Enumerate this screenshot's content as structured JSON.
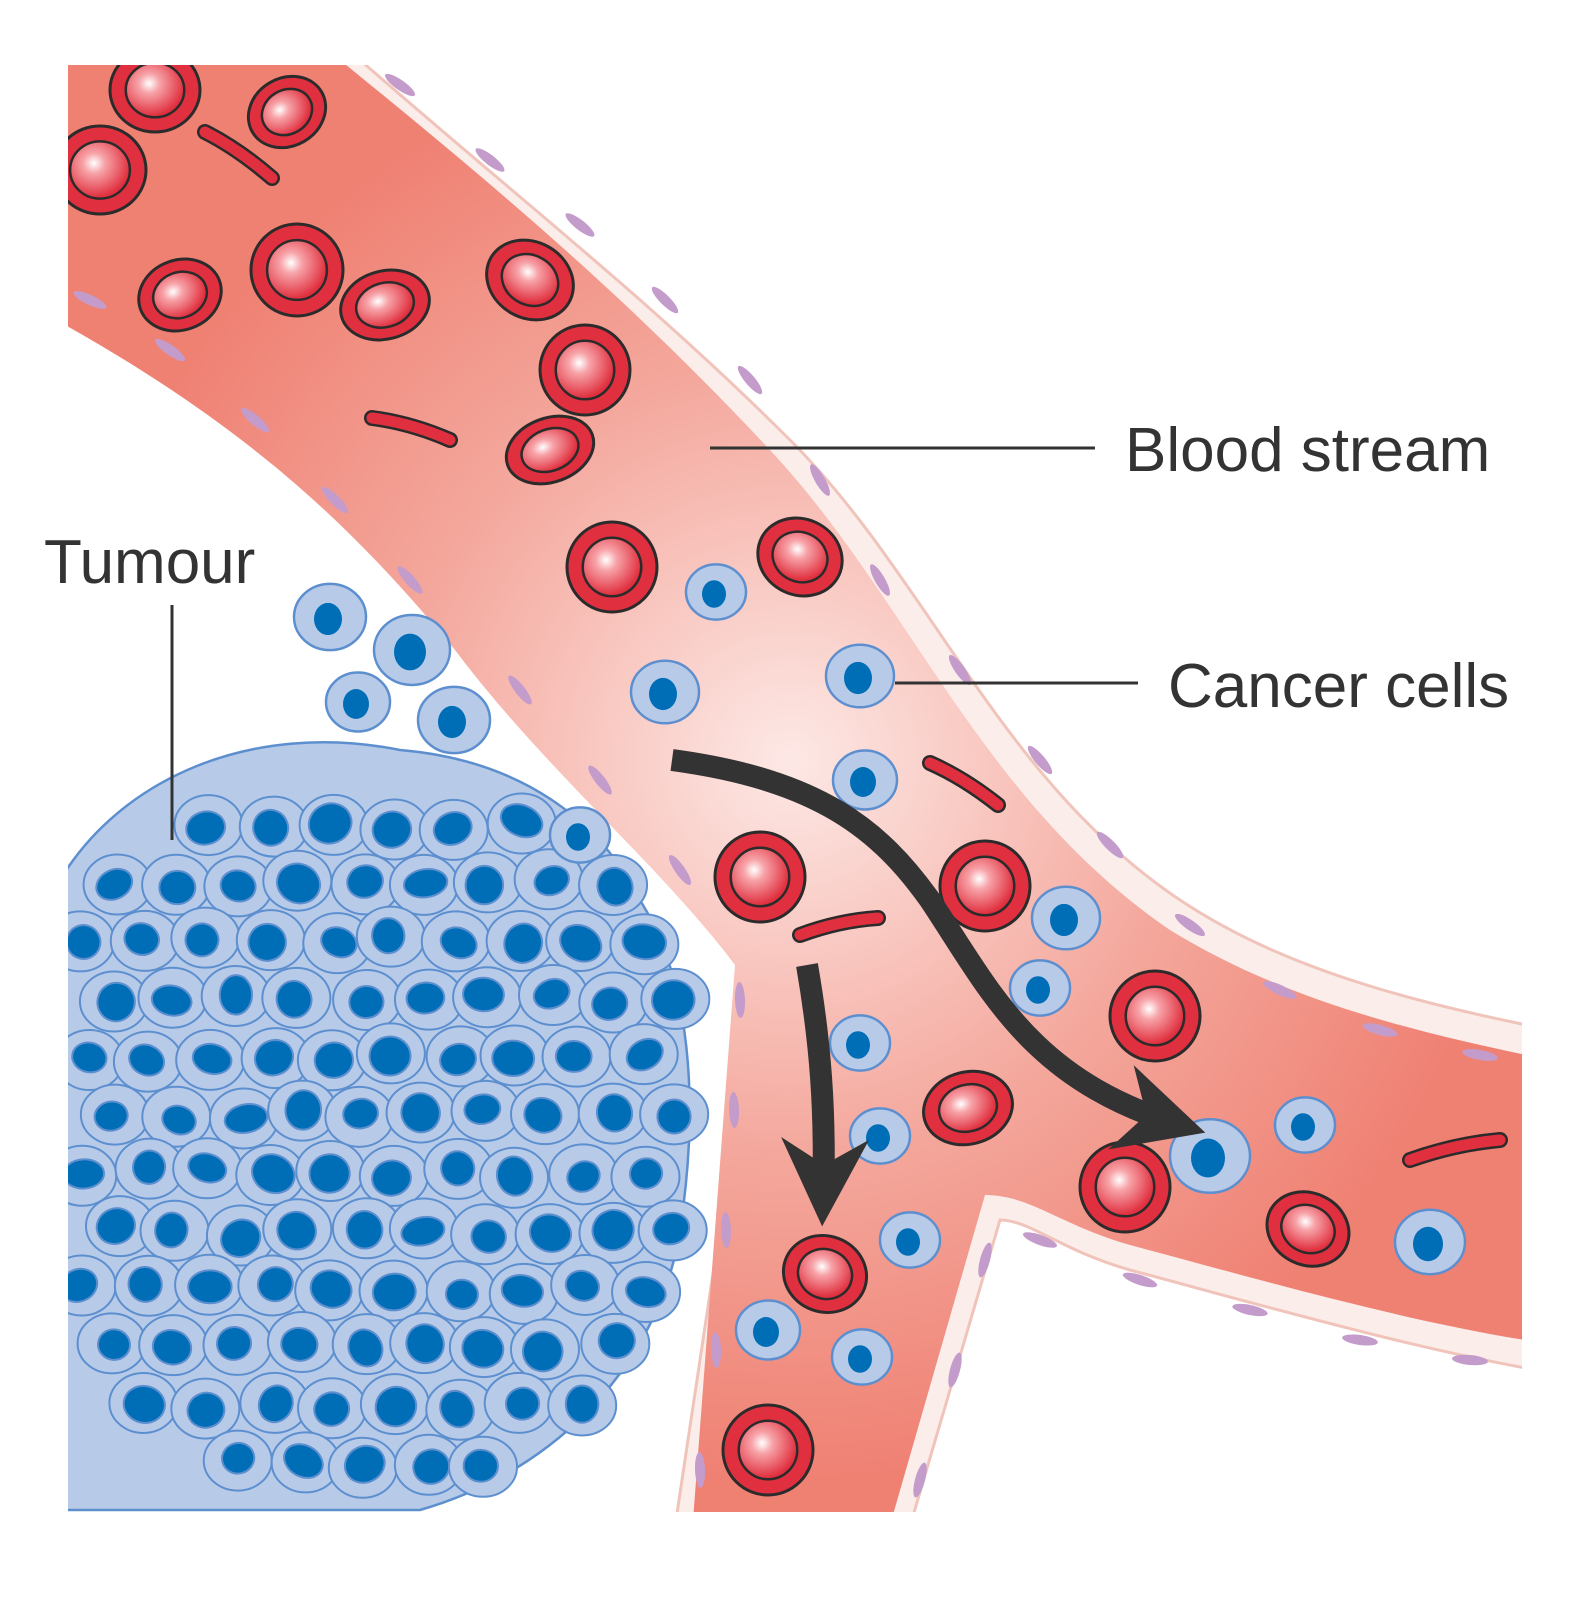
{
  "labels": {
    "blood_stream": "Blood stream",
    "cancer_cells": "Cancer cells",
    "tumour": "Tumour"
  },
  "colors": {
    "vessel_outer": "#ef8173",
    "vessel_inner": "#fde8e5",
    "vessel_wall": "#fbeeea",
    "wall_border": "#f0c4ba",
    "wall_nucleus": "#c49ccc",
    "rbc_fill": "#e0303f",
    "rbc_outline": "#2b2b2b",
    "cancer_cell_fill": "#b7cbe9",
    "cancer_cell_border": "#5d8fcf",
    "cancer_nucleus": "#006eb7",
    "arrow": "#333333",
    "label_text": "#333333"
  }
}
